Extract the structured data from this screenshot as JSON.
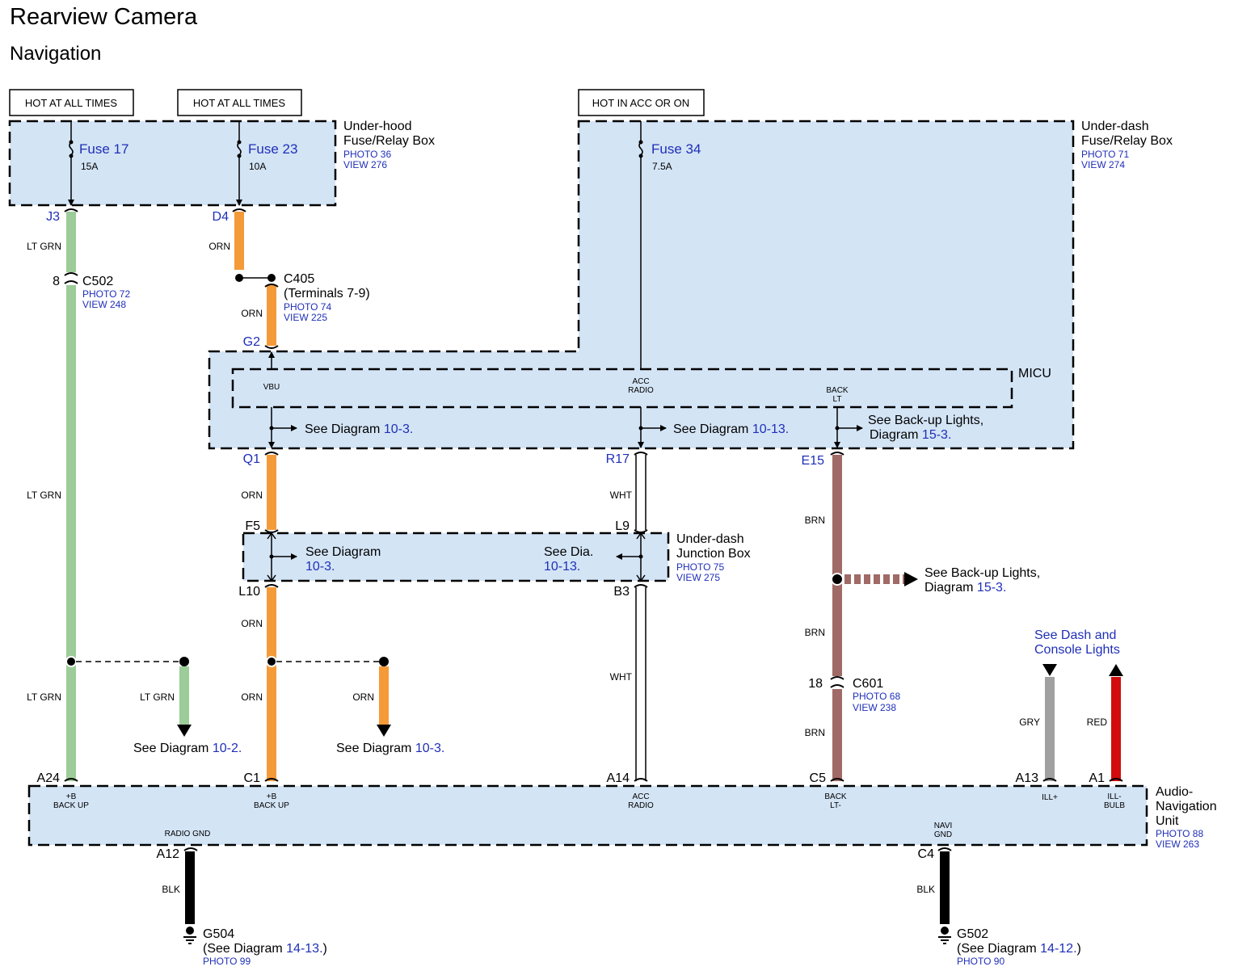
{
  "title": "Rearview Camera",
  "subtitle": "Navigation",
  "hot_labels": [
    "HOT AT ALL TIMES",
    "HOT AT ALL TIMES",
    "HOT IN ACC OR ON"
  ],
  "underhood": {
    "name1": "Under-hood",
    "name2": "Fuse/Relay Box",
    "photo": "PHOTO 36",
    "view": "VIEW 276"
  },
  "underdash": {
    "name1": "Under-dash",
    "name2": "Fuse/Relay Box",
    "photo": "PHOTO 71",
    "view": "VIEW 274"
  },
  "fuses": [
    {
      "name": "Fuse 17",
      "amps": "15A"
    },
    {
      "name": "Fuse 23",
      "amps": "10A"
    },
    {
      "name": "Fuse 34",
      "amps": "7.5A"
    }
  ],
  "pins": {
    "J3": "J3",
    "D4": "D4",
    "G2": "G2",
    "Q1": "Q1",
    "R17": "R17",
    "E15": "E15",
    "F5": "F5",
    "L9": "L9",
    "L10": "L10",
    "B3": "B3",
    "A24": "A24",
    "C1": "C1",
    "A14": "A14",
    "C5": "C5",
    "A13": "A13",
    "A1": "A1",
    "A12": "A12",
    "C4": "C4"
  },
  "wires": {
    "lt_grn": "LT GRN",
    "orn": "ORN",
    "wht": "WHT",
    "brn": "BRN",
    "gry": "GRY",
    "red": "RED",
    "blk": "BLK"
  },
  "c502": {
    "pin": "8",
    "name": "C502",
    "photo": "PHOTO 72",
    "view": "VIEW 248"
  },
  "c405": {
    "name": "C405",
    "terms": "(Terminals 7-9)",
    "photo": "PHOTO 74",
    "view": "VIEW 225"
  },
  "micu": {
    "name": "MICU",
    "vbu": "VBU",
    "acc1": "ACC",
    "acc2": "RADIO",
    "back1": "BACK",
    "back2": "LT"
  },
  "see": {
    "see_diagram": "See Diagram",
    "see_dia": "See Dia.",
    "backup1": "See Back-up Lights,",
    "backup2": "Diagram",
    "d10_3": "10-3.",
    "d10_13": "10-13.",
    "d15_3": "15-3.",
    "d10_2": "10-2.",
    "d14_13": "14-13.",
    "d14_12": "14-12.",
    "dash1": "See Dash and",
    "dash2": "Console Lights"
  },
  "junction": {
    "name1": "Under-dash",
    "name2": "Junction Box",
    "photo": "PHOTO 75",
    "view": "VIEW 275"
  },
  "c601": {
    "pin": "18",
    "name": "C601",
    "photo": "PHOTO 68",
    "view": "VIEW 238"
  },
  "audio": {
    "name1": "Audio-",
    "name2": "Navigation",
    "name3": "Unit",
    "photo": "PHOTO 88",
    "view": "VIEW 263",
    "b_backup1": "+B",
    "b_backup2": "BACK UP",
    "acc1": "ACC",
    "acc2": "RADIO",
    "back1": "BACK",
    "back2": "LT-",
    "ill_plus": "ILL+",
    "ill_bulb1": "ILL-",
    "ill_bulb2": "BULB",
    "radio_gnd": "RADIO GND",
    "navi1": "NAVI",
    "navi2": "GND"
  },
  "g504": {
    "name": "G504",
    "see_pre": "(See Diagram",
    "see_post": ")",
    "photo": "PHOTO 99"
  },
  "g502": {
    "name": "G502",
    "see_pre": "(See Diagram",
    "see_post": ")",
    "photo": "PHOTO 90"
  },
  "colors": {
    "lt_grn": "#9ccc98",
    "orn": "#f59a38",
    "brn": "#a06a66",
    "gry": "#a0a0a0",
    "red": "#d20c0c",
    "blk": "#000000",
    "box": "#d3e4f5",
    "blue_text": "#1f2fb8"
  }
}
